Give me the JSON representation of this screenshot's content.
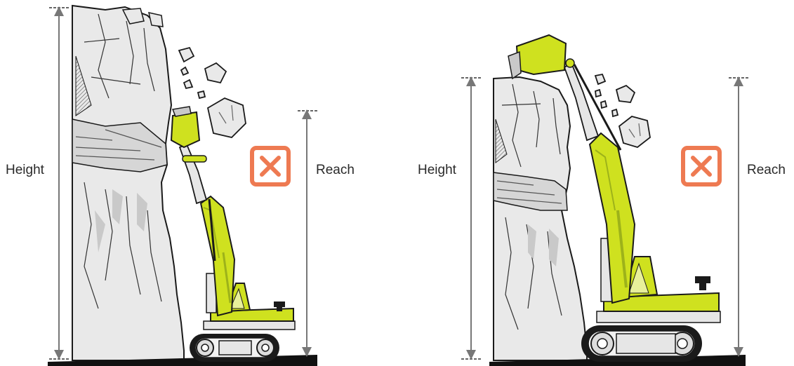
{
  "panels": [
    {
      "height_label": "Height",
      "reach_label": "Reach",
      "status_icon": "cross-mark-icon",
      "status": "not-allowed"
    },
    {
      "height_label": "Height",
      "reach_label": "Reach",
      "status_icon": "cross-mark-icon",
      "status": "not-allowed"
    }
  ],
  "colors": {
    "machine": "#cfe11f",
    "machine_dark": "#9db21a",
    "rock": "#e9e9e9",
    "rock_shade": "#c9c9c9",
    "outline": "#1a1a1a",
    "warning": "#ee7a52",
    "arrow": "#777777"
  }
}
